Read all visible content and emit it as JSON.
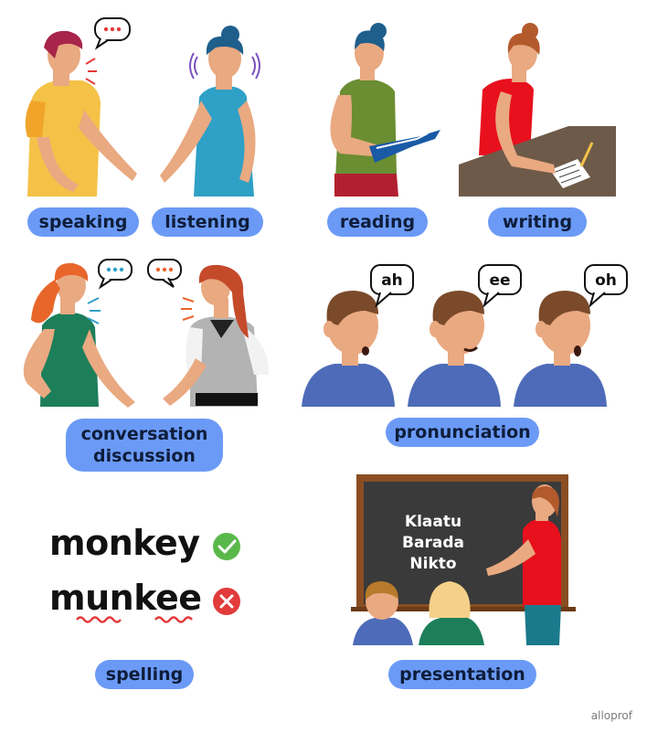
{
  "labels": {
    "speaking": "speaking",
    "listening": "listening",
    "reading": "reading",
    "writing": "writing",
    "conversation": "conversation",
    "discussion": "discussion",
    "pronunciation": "pronunciation",
    "spelling": "spelling",
    "presentation": "presentation"
  },
  "bubbles": {
    "ah": "ah",
    "ee": "ee",
    "oh": "oh"
  },
  "spelling": {
    "correct": "monkey",
    "incorrect": "munkee"
  },
  "blackboard": {
    "line1": "Klaatu",
    "line2": "Barada",
    "line3": "Nikto"
  },
  "brand": "alloprof",
  "colors": {
    "pill": "#6b9af6",
    "correct": "#5ab84a",
    "incorrect": "#e23b3b"
  }
}
